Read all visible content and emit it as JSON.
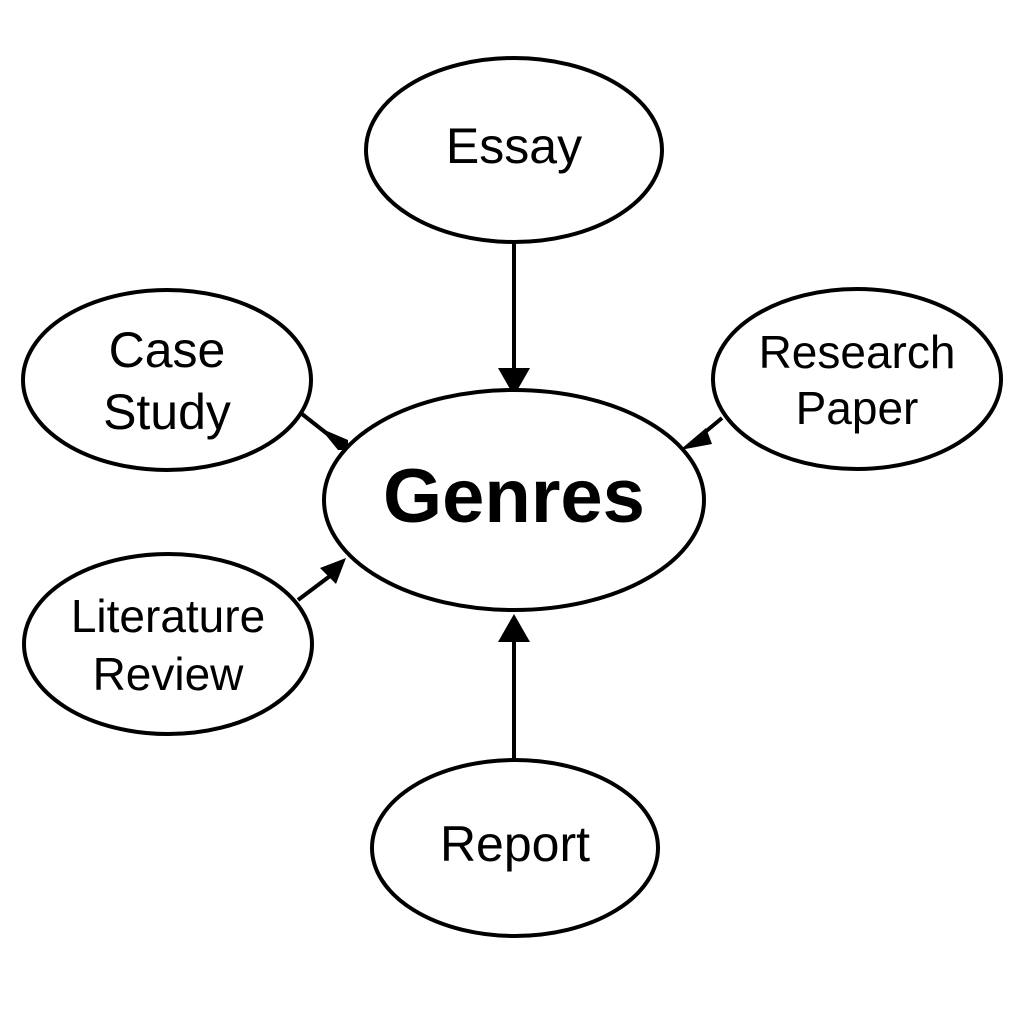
{
  "nodes": {
    "center": {
      "label": "Genres"
    },
    "essay": {
      "label": "Essay"
    },
    "case_study": {
      "line1": "Case",
      "line2": "Study"
    },
    "research_paper": {
      "line1": "Research",
      "line2": "Paper"
    },
    "literature_review": {
      "line1": "Literature",
      "line2": "Review"
    },
    "report": {
      "label": "Report"
    }
  },
  "edges": [
    {
      "from": "Essay",
      "to": "Genres"
    },
    {
      "from": "Case Study",
      "to": "Genres"
    },
    {
      "from": "Research Paper",
      "to": "Genres"
    },
    {
      "from": "Literature Review",
      "to": "Genres"
    },
    {
      "from": "Report",
      "to": "Genres"
    }
  ],
  "colors": {
    "stroke": "#000000",
    "background": "#ffffff"
  }
}
